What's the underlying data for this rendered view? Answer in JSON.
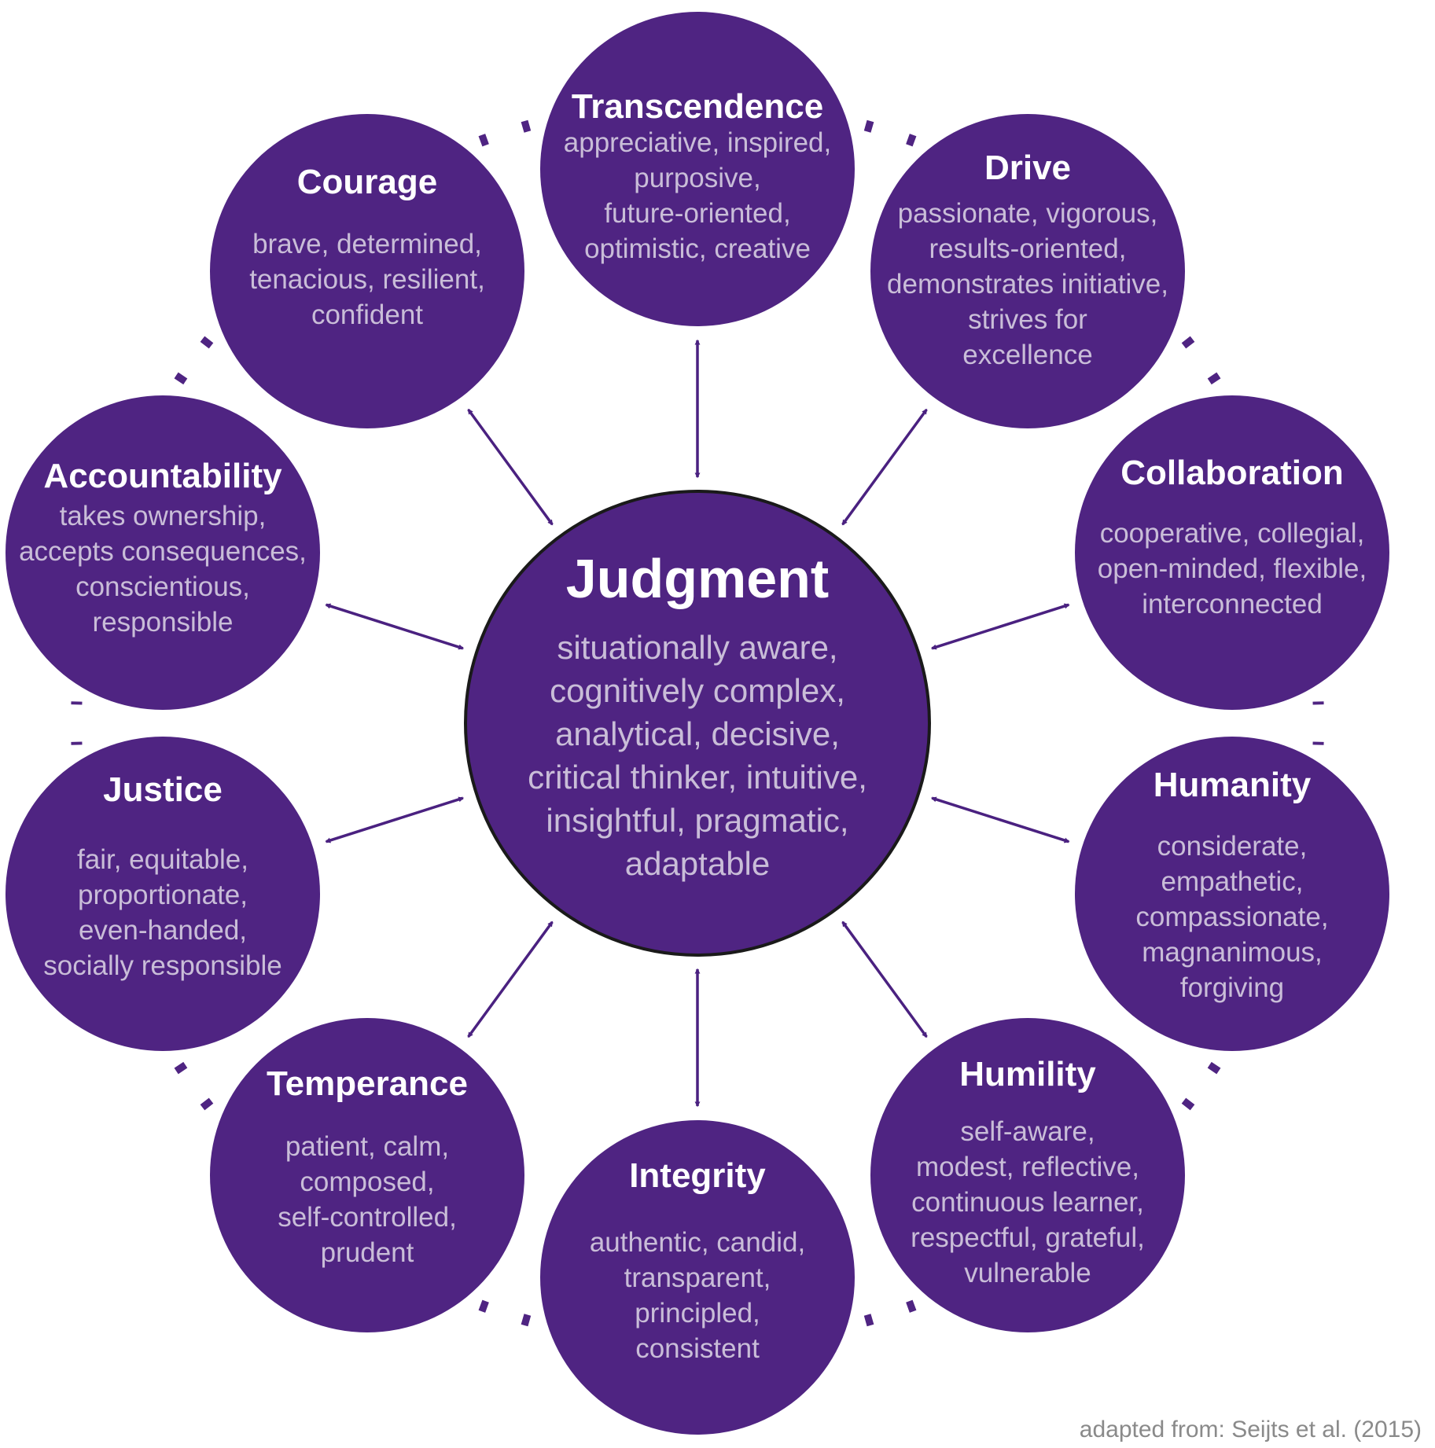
{
  "colors": {
    "node_fill": "#4f2482",
    "ring": "#4f2482",
    "arrow": "#4a2180",
    "title": "#ffffff",
    "description": "#c9bdd8",
    "center_border": "#1a1a1a",
    "source_text": "#8a8a8a"
  },
  "center": {
    "title": "Judgment",
    "lines": [
      "situationally aware,",
      "cognitively complex,",
      "analytical, decisive,",
      "critical thinker, intuitive,",
      "insightful, pragmatic,",
      "adaptable"
    ]
  },
  "nodes": [
    {
      "id": "transcendence",
      "title": "Transcendence",
      "lines": [
        "appreciative, inspired,",
        "purposive,",
        "future-oriented,",
        "optimistic, creative"
      ]
    },
    {
      "id": "drive",
      "title": "Drive",
      "lines": [
        "passionate, vigorous,",
        "results-oriented,",
        "demonstrates initiative,",
        "strives for",
        "excellence"
      ]
    },
    {
      "id": "collaboration",
      "title": "Collaboration",
      "lines": [
        "cooperative, collegial,",
        "open-minded, flexible,",
        "interconnected"
      ]
    },
    {
      "id": "humanity",
      "title": "Humanity",
      "lines": [
        "considerate,",
        "empathetic,",
        "compassionate,",
        "magnanimous,",
        "forgiving"
      ]
    },
    {
      "id": "humility",
      "title": "Humility",
      "lines": [
        "self-aware,",
        "modest, reflective,",
        "continuous learner,",
        "respectful, grateful,",
        "vulnerable"
      ]
    },
    {
      "id": "integrity",
      "title": "Integrity",
      "lines": [
        "authentic, candid,",
        "transparent,",
        "principled,",
        "consistent"
      ]
    },
    {
      "id": "temperance",
      "title": "Temperance",
      "lines": [
        "patient, calm,",
        "composed,",
        "self-controlled,",
        "prudent"
      ]
    },
    {
      "id": "justice",
      "title": "Justice",
      "lines": [
        "fair, equitable,",
        "proportionate,",
        "even-handed,",
        "socially responsible"
      ]
    },
    {
      "id": "accountability",
      "title": "Accountability",
      "lines": [
        "takes ownership,",
        "accepts consequences,",
        "conscientious,",
        "responsible"
      ]
    },
    {
      "id": "courage",
      "title": "Courage",
      "lines": [
        "brave, determined,",
        "tenacious, resilient,",
        "confident"
      ]
    }
  ],
  "source": "adapted from: Seijts et al. (2015)"
}
